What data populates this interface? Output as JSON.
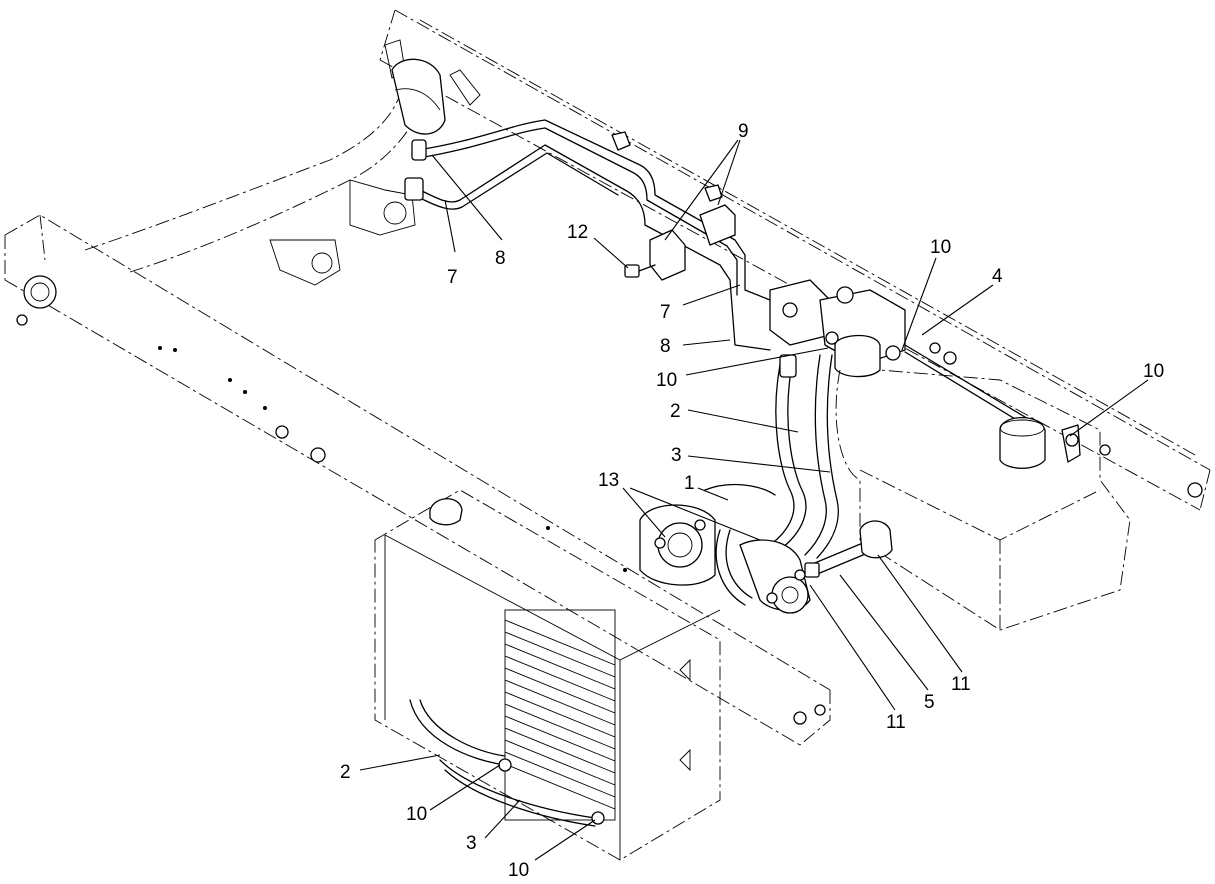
{
  "callouts": [
    {
      "id": "c9",
      "text": "9"
    },
    {
      "id": "c12",
      "text": "12"
    },
    {
      "id": "c10a",
      "text": "10"
    },
    {
      "id": "c4",
      "text": "4"
    },
    {
      "id": "c7a",
      "text": "7"
    },
    {
      "id": "c8a",
      "text": "8"
    },
    {
      "id": "c7b",
      "text": "7"
    },
    {
      "id": "c8b",
      "text": "8"
    },
    {
      "id": "c10b",
      "text": "10"
    },
    {
      "id": "c10c",
      "text": "10"
    },
    {
      "id": "c2a",
      "text": "2"
    },
    {
      "id": "c3a",
      "text": "3"
    },
    {
      "id": "c13",
      "text": "13"
    },
    {
      "id": "c1",
      "text": "1"
    },
    {
      "id": "c5",
      "text": "5"
    },
    {
      "id": "c11a",
      "text": "11"
    },
    {
      "id": "c11b",
      "text": "11"
    },
    {
      "id": "c2b",
      "text": "2"
    },
    {
      "id": "c10d",
      "text": "10"
    },
    {
      "id": "c3b",
      "text": "3"
    },
    {
      "id": "c10e",
      "text": "10"
    }
  ]
}
